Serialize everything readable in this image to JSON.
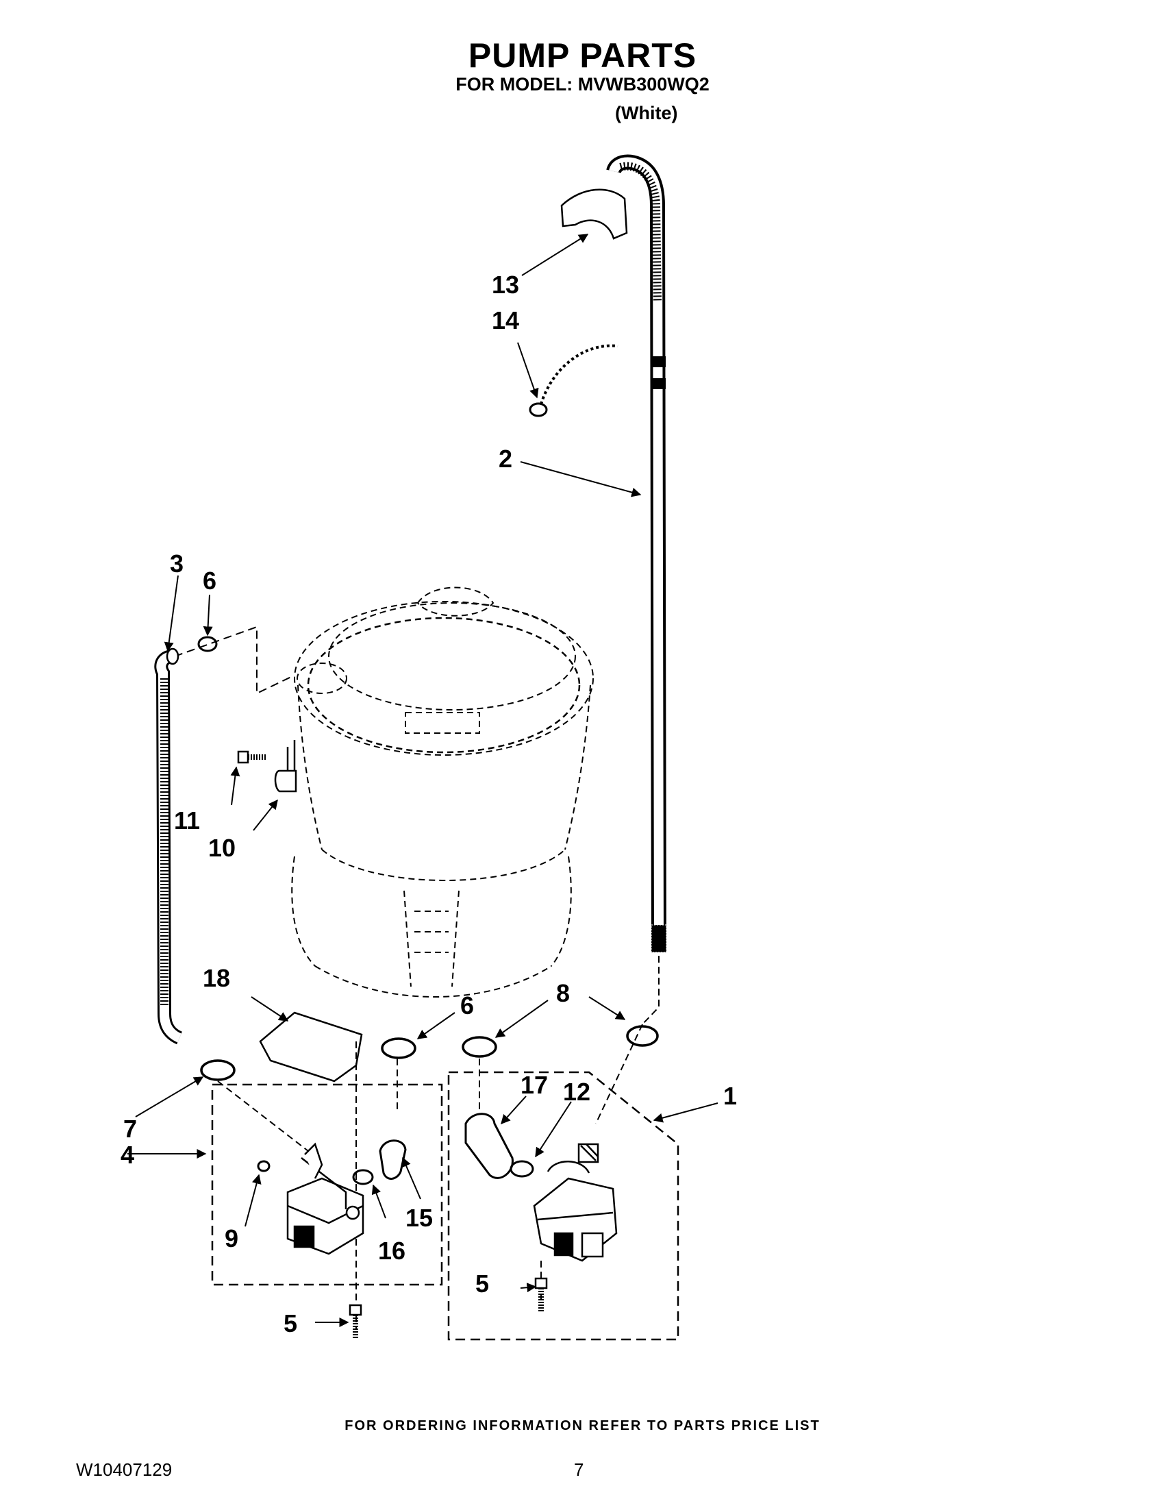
{
  "header": {
    "title": "PUMP PARTS",
    "subtitle": "FOR MODEL: MVWB300WQ2",
    "variant": "(White)"
  },
  "footer": {
    "note": "FOR ORDERING INFORMATION REFER TO PARTS PRICE LIST",
    "doc_number": "W10407129",
    "page_number": "7"
  },
  "callouts": {
    "c1": "1",
    "c2": "2",
    "c3": "3",
    "c4": "4",
    "c5a": "5",
    "c5b": "5",
    "c6a": "6",
    "c6b": "6",
    "c7": "7",
    "c8": "8",
    "c9": "9",
    "c10": "10",
    "c11": "11",
    "c12": "12",
    "c13": "13",
    "c14": "14",
    "c15": "15",
    "c16": "16",
    "c17": "17",
    "c18": "18"
  }
}
